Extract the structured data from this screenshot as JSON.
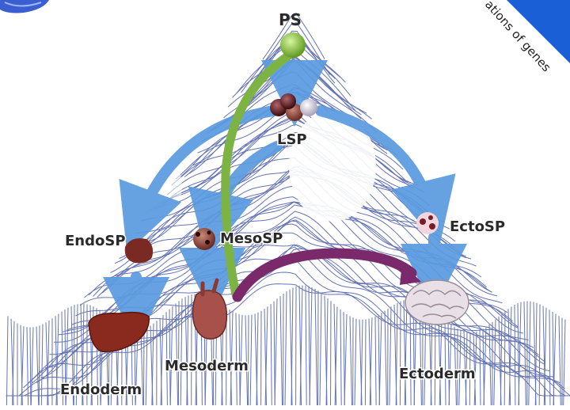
{
  "diagram": {
    "corner_caption": "ations of genes",
    "nodes": {
      "ps": "PS",
      "lsp": "LSP",
      "endosp": "EndoSP",
      "mesosp": "MesoSP",
      "ectosp": "EctoSP",
      "endoderm": "Endoderm",
      "mesoderm": "Mesoderm",
      "ectoderm": "Ectoderm"
    },
    "colors": {
      "line": "#4a5ba8",
      "arrow_blue": "#5a9be0",
      "arrow_green": "#7cb342",
      "arrow_purple": "#7a2a6b",
      "ps_ball": "#8cc63f",
      "corner_blue": "#1a5fd6"
    },
    "icons": [
      "liver-icon",
      "heart-icon",
      "brain-icon"
    ]
  }
}
